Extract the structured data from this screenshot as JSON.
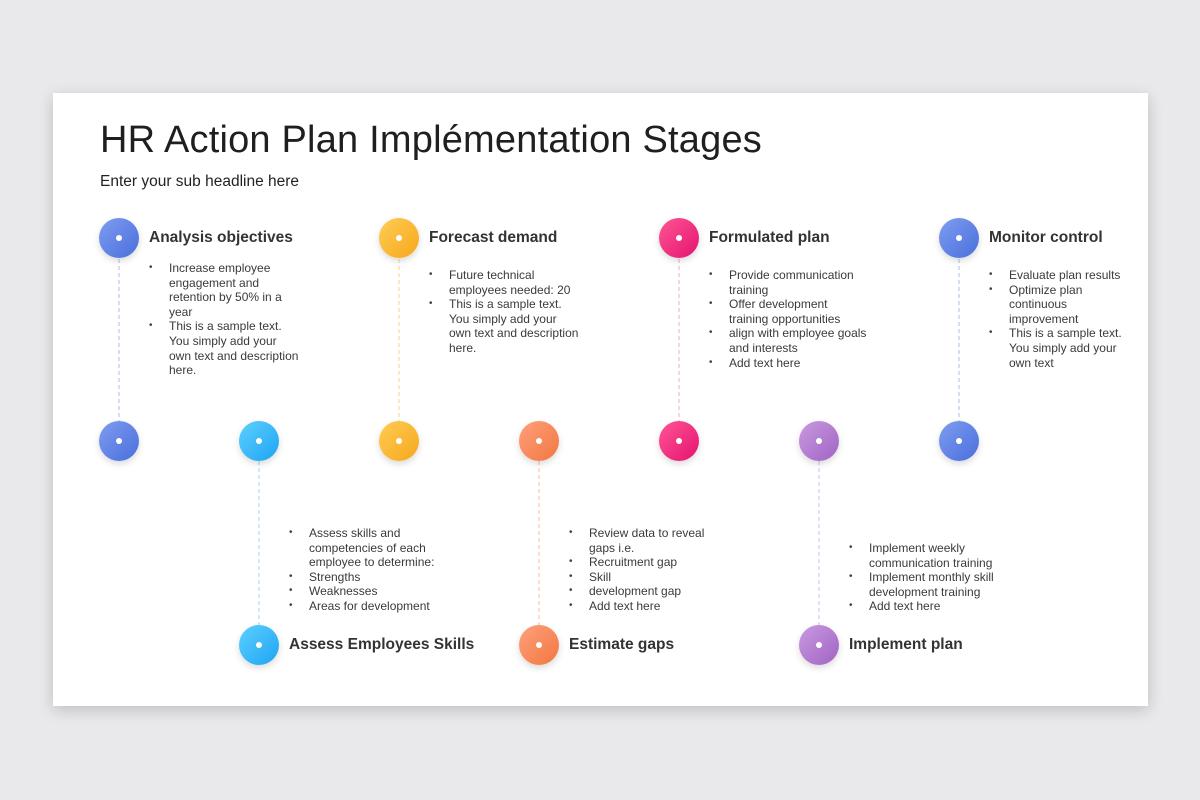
{
  "title": "HR Action Plan Implémentation Stages",
  "subtitle": "Enter your sub headline here",
  "colors": {
    "blue": [
      "#7e9cf0",
      "#4a6fdc"
    ],
    "cyan": [
      "#5dd0ff",
      "#1ea4f2"
    ],
    "amber": [
      "#ffcc55",
      "#f6a81c"
    ],
    "orange": [
      "#ffa07c",
      "#f27740"
    ],
    "pink": [
      "#ff5594",
      "#e41370"
    ],
    "purple": [
      "#c99ae0",
      "#a063c4"
    ]
  },
  "stages_top": [
    {
      "title": "Analysis objectives",
      "bullets": [
        "Increase employee engagement and retention by 50% in a year",
        "This is a sample text. You simply add your own text and description here."
      ]
    },
    {
      "title": "Forecast demand",
      "bullets": [
        "Future technical employees needed: 20",
        "This is a sample text. You simply add your own text and description here."
      ]
    },
    {
      "title": "Formulated plan",
      "bullets": [
        "Provide communication training",
        "Offer development training opportunities",
        "align with employee goals and interests",
        "Add text here"
      ]
    },
    {
      "title": "Monitor control",
      "bullets": [
        "Evaluate plan results",
        "Optimize plan continuous improvement",
        "This is a sample text. You simply add your own text"
      ]
    }
  ],
  "stages_bottom": [
    {
      "title": "Assess Employees Skills",
      "bullets": [
        "Assess skills and competencies of each employee to determine:",
        "Strengths",
        "Weaknesses",
        "Areas for development"
      ]
    },
    {
      "title": "Estimate gaps",
      "bullets": [
        "Review data to reveal gaps i.e.",
        "Recruitment gap",
        "Skill",
        "development gap",
        "Add text here"
      ]
    },
    {
      "title": "Implement plan",
      "bullets": [
        "Implement weekly communication training",
        "Implement monthly skill development training",
        "Add text here"
      ]
    }
  ]
}
